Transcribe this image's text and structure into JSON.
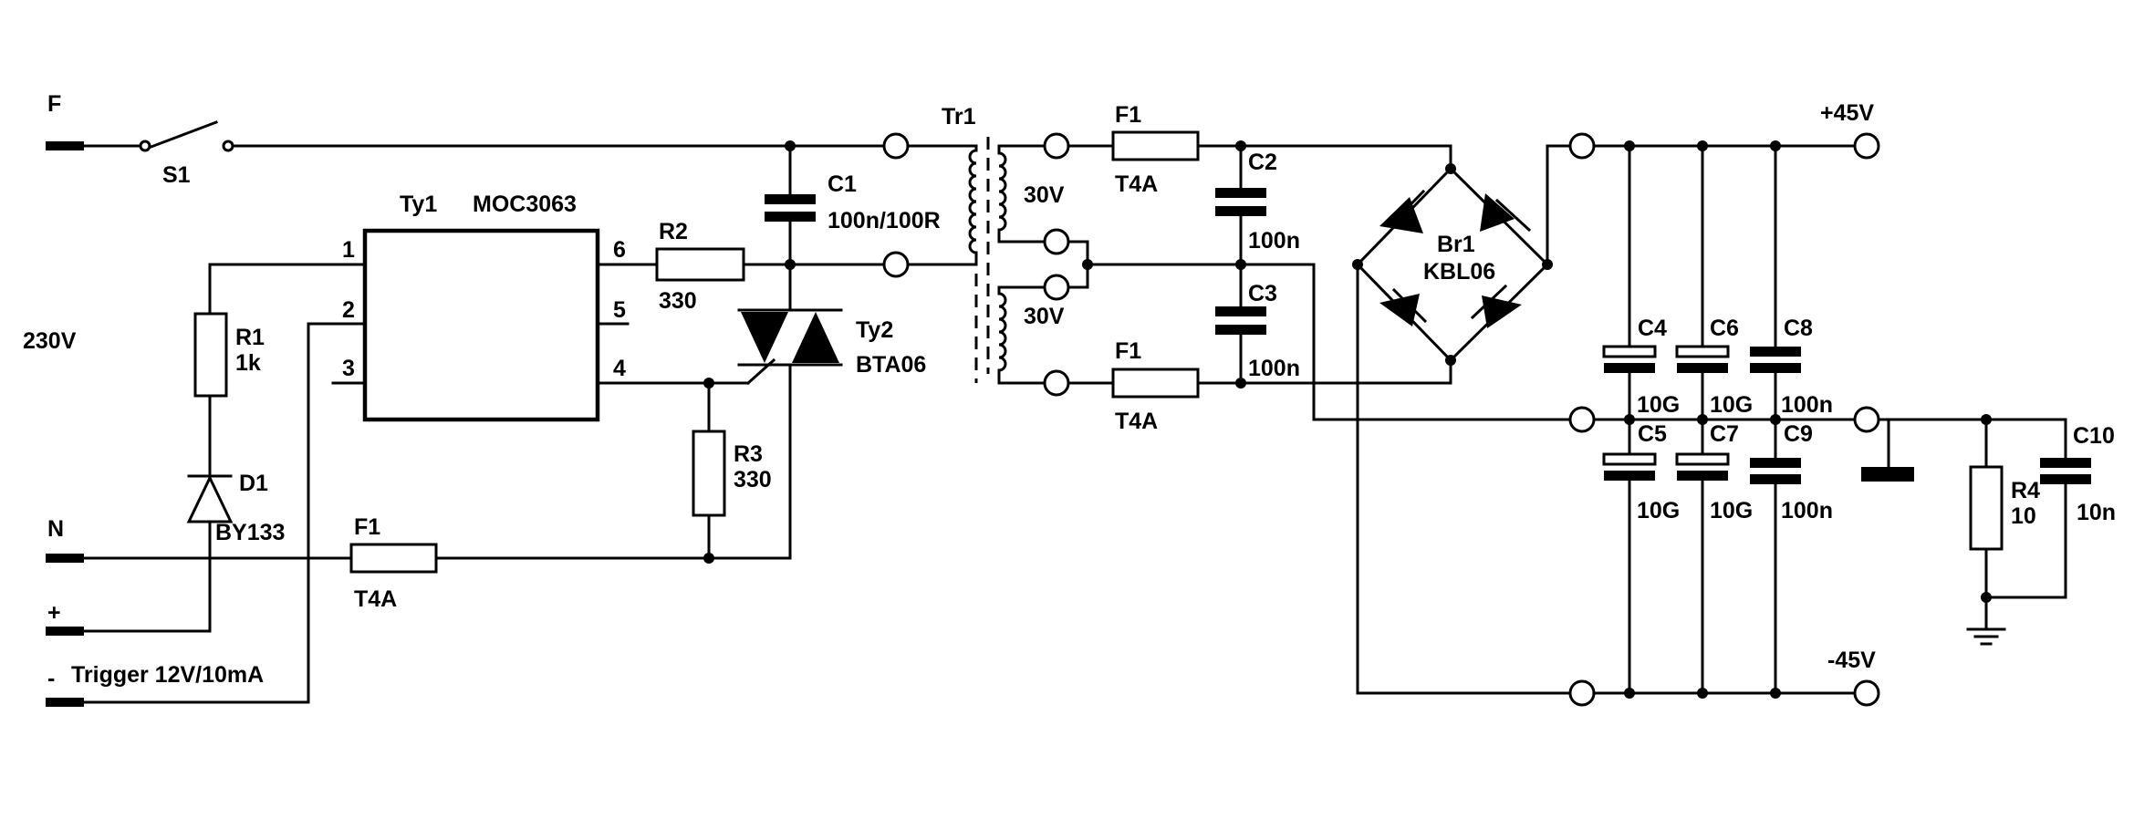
{
  "labels": {
    "F": "F",
    "N": "N",
    "plus": "+",
    "minus": "-",
    "trigger": "Trigger 12V/10mA",
    "v230": "230V",
    "s1": "S1",
    "ty1": "Ty1",
    "moc": "MOC3063",
    "pin1": "1",
    "pin2": "2",
    "pin3": "3",
    "pin4": "4",
    "pin5": "5",
    "pin6": "6",
    "r1": "R1",
    "r1v": "1k",
    "d1": "D1",
    "d1v": "BY133",
    "f1_in": "F1",
    "f1_in_v": "T4A",
    "r2": "R2",
    "r2v": "330",
    "r3": "R3",
    "r3v": "330",
    "c1": "C1",
    "c1v": "100n/100R",
    "ty2": "Ty2",
    "ty2v": "BTA06",
    "tr1": "Tr1",
    "sec1": "30V",
    "sec2": "30V",
    "f1_top": "F1",
    "f1_top_v": "T4A",
    "f1_bot": "F1",
    "f1_bot_v": "T4A",
    "c2": "C2",
    "c2v": "100n",
    "c3": "C3",
    "c3v": "100n",
    "br1": "Br1",
    "br1v": "KBL06",
    "pos": "+45V",
    "neg": "-45V",
    "c4": "C4",
    "c4v": "10G",
    "c5": "C5",
    "c5v": "10G",
    "c6": "C6",
    "c6v": "10G",
    "c7": "C7",
    "c7v": "10G",
    "c8": "C8",
    "c8v": "100n",
    "c9": "C9",
    "c9v": "100n",
    "c10": "C10",
    "c10v": "10n",
    "r4": "R4",
    "r4v": "10"
  }
}
